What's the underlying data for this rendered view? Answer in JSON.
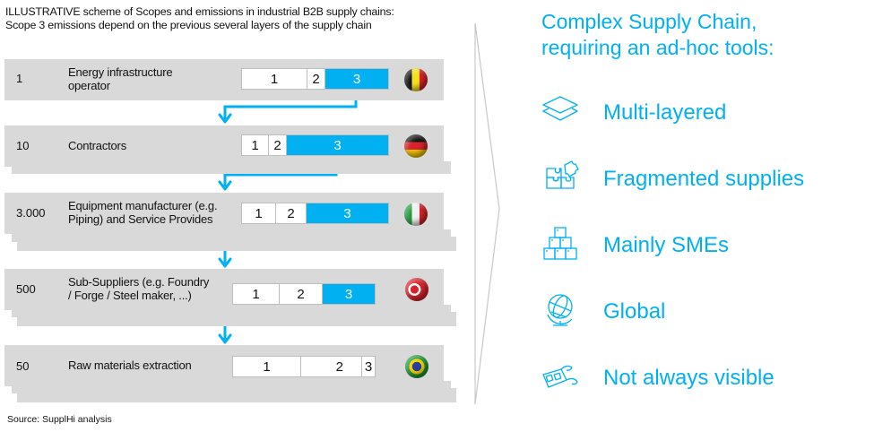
{
  "title": {
    "line1": "ILLUSTRATIVE  scheme of Scopes and emissions in industrial B2B supply chains:",
    "line2": "Scope 3 emissions depend on the previous several layers of the supply chain"
  },
  "rows": [
    {
      "count": "1",
      "label_lines": [
        "Energy infrastructure",
        "operator"
      ],
      "scopes": [
        "1",
        "2",
        "3"
      ],
      "country": "Belgium",
      "flag_icon": "belgium-flag-icon"
    },
    {
      "count": "10",
      "label_lines": [
        "Contractors"
      ],
      "scopes": [
        "1",
        "2",
        "3"
      ],
      "country": "Germany",
      "flag_icon": "germany-flag-icon"
    },
    {
      "count": "3.000",
      "label_lines": [
        "Equipment manufacturer (e.g.",
        "Piping) and Service Provides"
      ],
      "scopes": [
        "1",
        "2",
        "3"
      ],
      "country": "Italy",
      "flag_icon": "italy-flag-icon"
    },
    {
      "count": "500",
      "label_lines": [
        "Sub-Suppliers (e.g. Foundry",
        "/ Forge / Steel maker, ...)"
      ],
      "scopes": [
        "1",
        "2",
        "3"
      ],
      "country": "Turkey",
      "flag_icon": "turkey-flag-icon"
    },
    {
      "count": "50",
      "label_lines": [
        "Raw materials extraction"
      ],
      "scopes": [
        "1",
        "2",
        "3"
      ],
      "country": "Brazil",
      "flag_icon": "brazil-flag-icon"
    }
  ],
  "source": "Source: SupplHi analysis",
  "right": {
    "heading_line1": "Complex Supply Chain,",
    "heading_line2": "requiring an ad-hoc tools:",
    "features": [
      {
        "label": "Multi-layered",
        "icon": "layers-icon"
      },
      {
        "label": "Fragmented supplies",
        "icon": "puzzle-icon"
      },
      {
        "label": "Mainly SMEs",
        "icon": "boxes-pyramid-icon"
      },
      {
        "label": "Global",
        "icon": "globe-icon"
      },
      {
        "label": "Not always visible",
        "icon": "3d-glasses-icon"
      }
    ]
  },
  "colors": {
    "accent": "#00b0f0",
    "row_bg": "#d9d9d9",
    "text": "#111111"
  }
}
